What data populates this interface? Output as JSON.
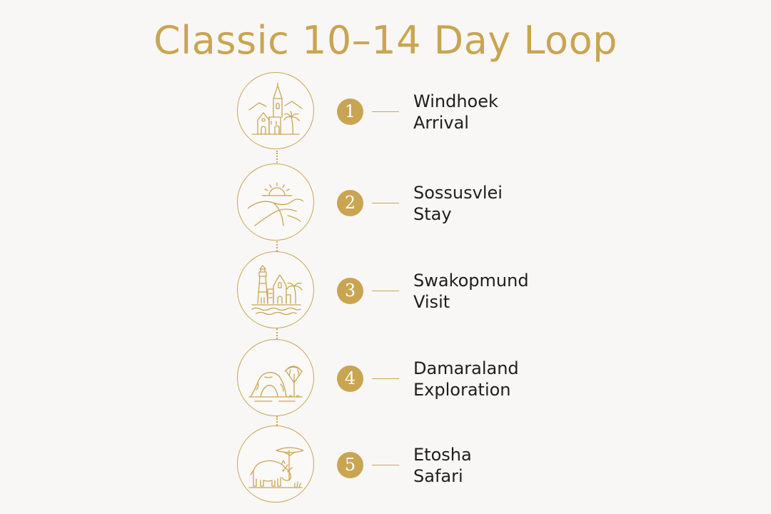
{
  "title": "Classic 10–14 Day Loop",
  "colors": {
    "accent": "#c9a552",
    "text": "#1e1e1e",
    "background": "#f8f7f5"
  },
  "steps": [
    {
      "number": "1",
      "line1": "Windhoek",
      "line2": "Arrival",
      "icon": "town-church-palm-icon"
    },
    {
      "number": "2",
      "line1": "Sossusvlei",
      "line2": "Stay",
      "icon": "sun-dunes-icon"
    },
    {
      "number": "3",
      "line1": "Swakopmund",
      "line2": "Visit",
      "icon": "lighthouse-coast-icon"
    },
    {
      "number": "4",
      "line1": "Damaraland",
      "line2": "Exploration",
      "icon": "rock-arch-tree-icon"
    },
    {
      "number": "5",
      "line1": "Etosha",
      "line2": "Safari",
      "icon": "rhino-acacia-icon"
    }
  ]
}
